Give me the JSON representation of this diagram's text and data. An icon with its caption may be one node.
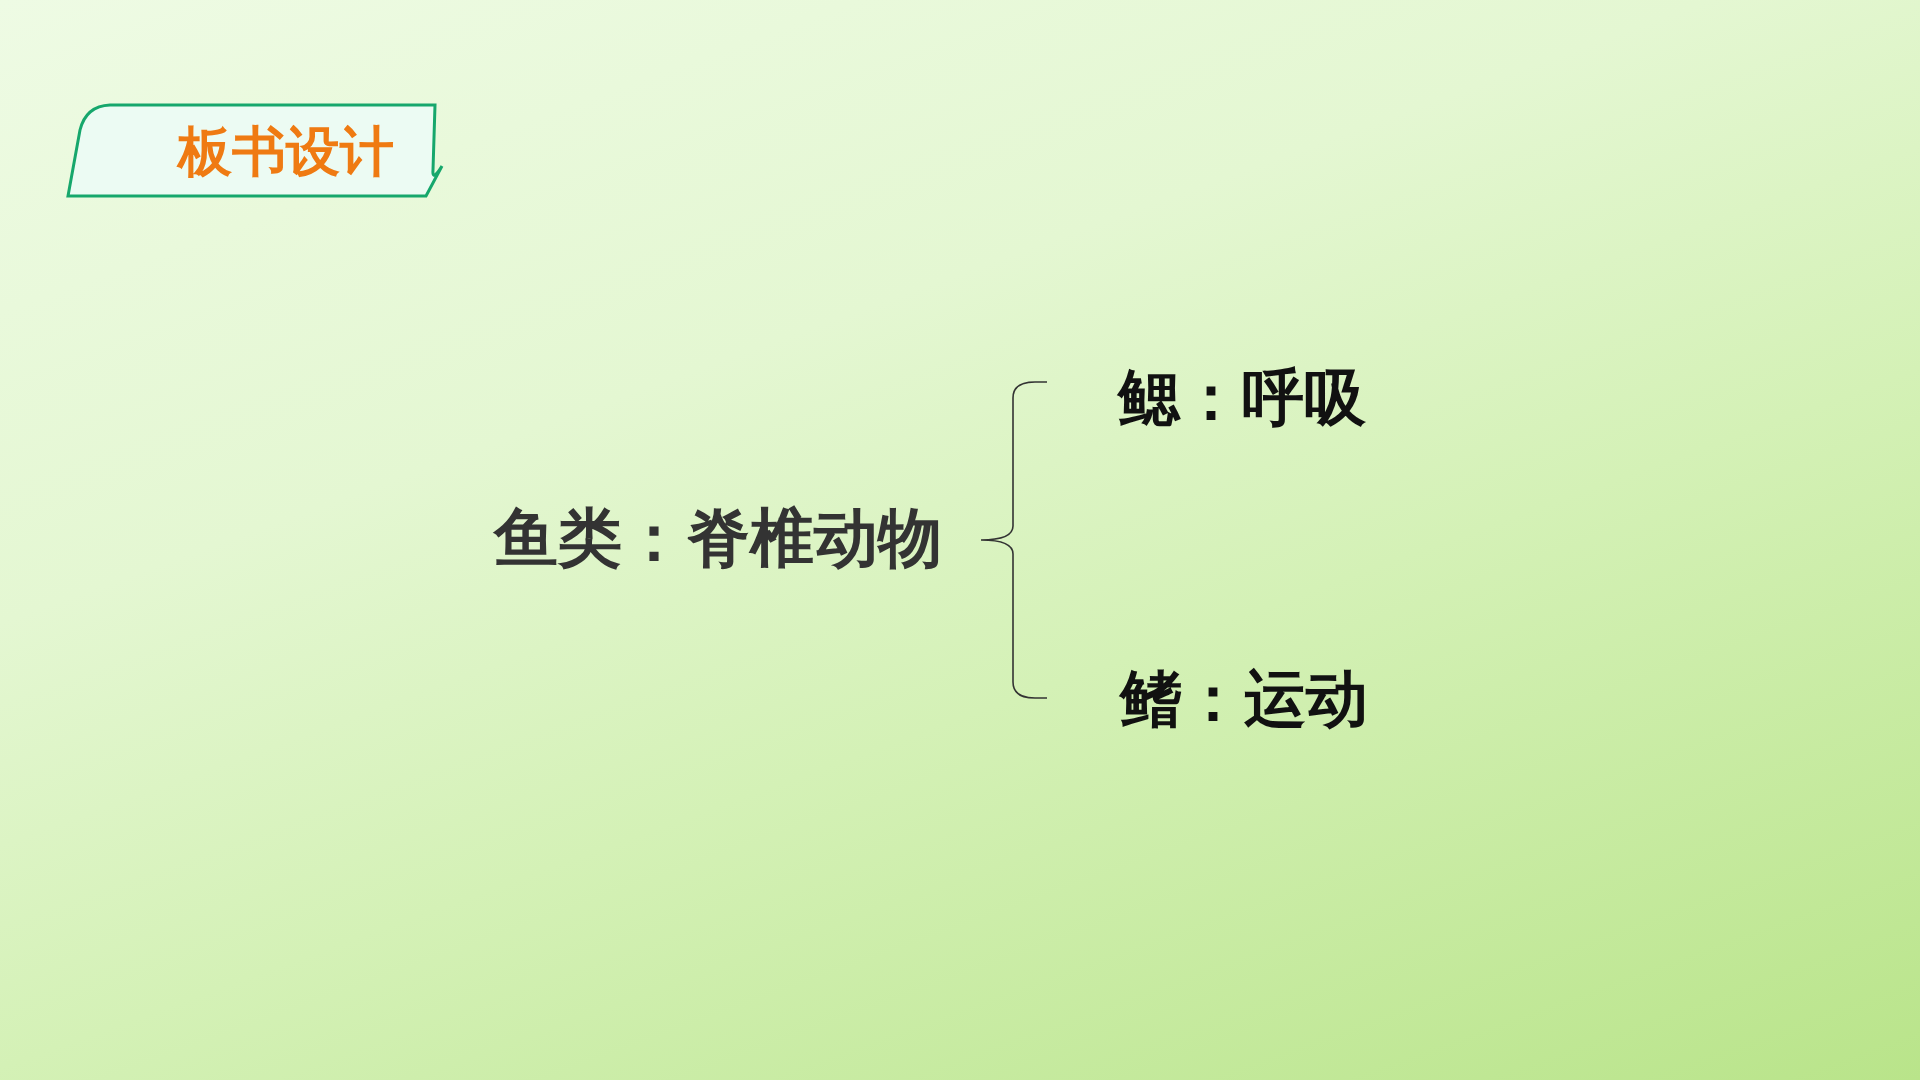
{
  "diagram": {
    "title": "板书设计",
    "nodes": [
      {
        "text": [
          "鱼类：脊椎动物"
        ]
      },
      {
        "text": [
          "鳃：呼吸"
        ]
      },
      {
        "text": [
          "鳍：运动"
        ]
      }
    ]
  }
}
